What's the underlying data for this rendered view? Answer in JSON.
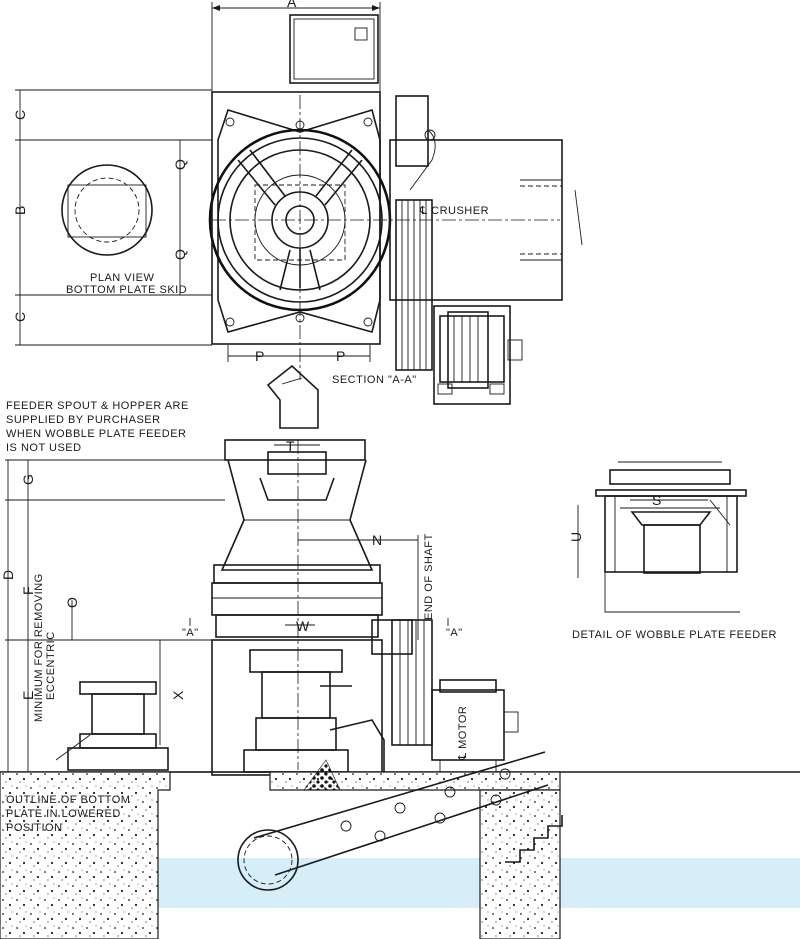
{
  "plan": {
    "labels": {
      "A": "A",
      "B": "B",
      "C_top": "C",
      "C_bottom": "C",
      "Q_top": "Q",
      "Q_bottom": "Q",
      "P_left": "P",
      "P_right": "P",
      "crusher_centerline": "℄ CRUSHER",
      "section": "SECTION \"A-A\""
    },
    "skid_caption": [
      "PLAN VIEW",
      "BOTTOM PLATE SKID"
    ]
  },
  "elevation": {
    "note": [
      "FEEDER SPOUT & HOPPER ARE",
      "SUPPLIED BY PURCHASER",
      "WHEN WOBBLE PLATE FEEDER",
      "IS NOT USED"
    ],
    "labels": {
      "T": "T",
      "G": "G",
      "D": "D",
      "F": "F",
      "O": "O",
      "E": "E",
      "X": "X",
      "W": "W",
      "N": "N",
      "A_left": "\"A\"",
      "A_right": "\"A\"",
      "end_of_shaft": "END OF SHAFT",
      "motor": "℄ MOTOR",
      "min_removing": [
        "MINIMUM FOR REMOVING",
        "ECCENTRIC"
      ]
    },
    "outline_note": [
      "OUTLINE OF BOTTOM",
      "PLATE IN LOWERED",
      "POSITION"
    ]
  },
  "detail": {
    "labels": {
      "S": "S",
      "U": "U"
    },
    "caption": "DETAIL OF WOBBLE PLATE FEEDER"
  },
  "colors": {
    "line": "#1a1a1a",
    "band": "#d6eef7",
    "paper": "#ffffff"
  }
}
